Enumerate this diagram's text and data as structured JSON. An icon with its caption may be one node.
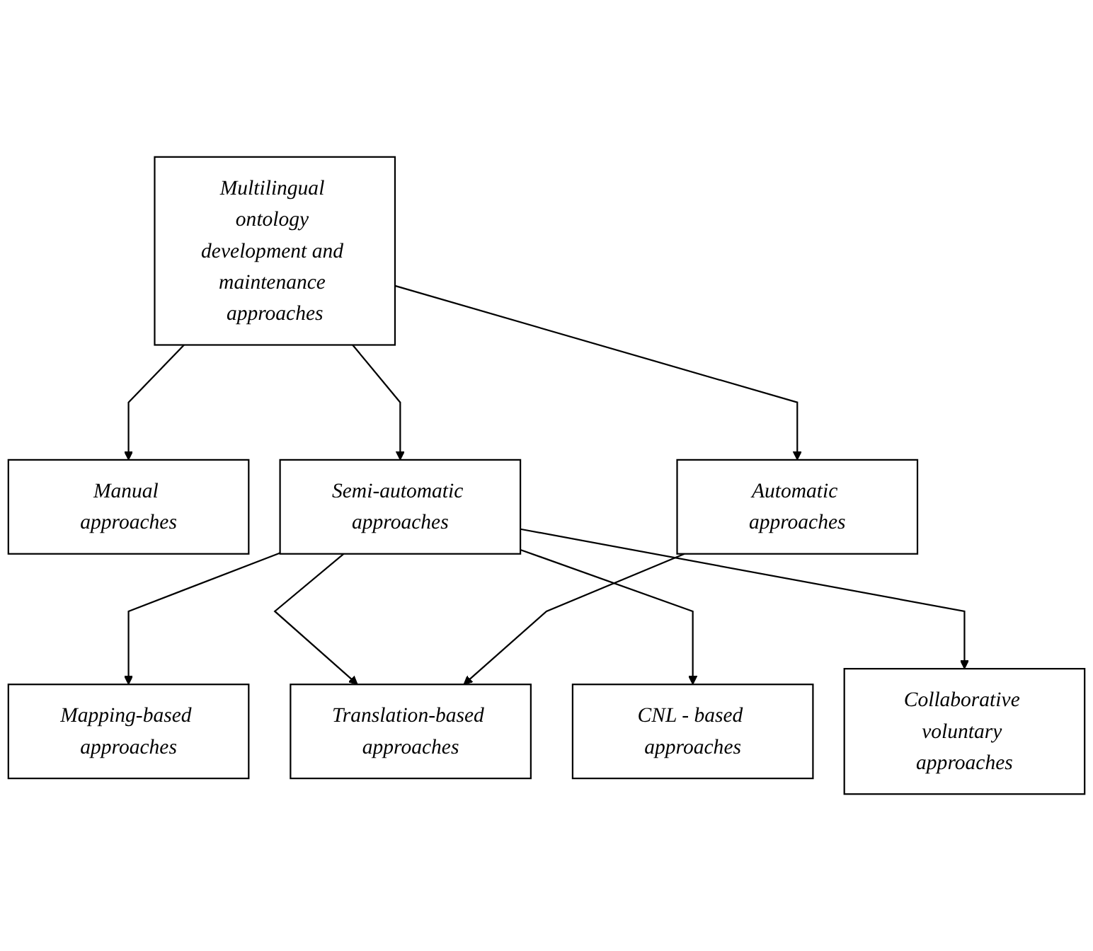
{
  "diagram": {
    "nodes": [
      {
        "text": [
          "Multilingual ontology development and maintenance approaches"
        ]
      },
      {
        "text": [
          "Manual approaches"
        ]
      },
      {
        "text": [
          "Semi-automatic approaches"
        ]
      },
      {
        "text": [
          "Automatic approaches"
        ]
      },
      {
        "text": [
          "Mapping-based approaches"
        ]
      },
      {
        "text": [
          "Translation-based approaches"
        ]
      },
      {
        "text": [
          "CNL - based approaches"
        ]
      },
      {
        "text": [
          "Collaborative voluntary approaches"
        ]
      }
    ],
    "edges": [
      {
        "from": 0,
        "to": 1,
        "arrow": "to"
      },
      {
        "from": 0,
        "to": 2,
        "arrow": "to"
      },
      {
        "from": 0,
        "to": 3,
        "arrow": "to"
      },
      {
        "from": 2,
        "to": 4,
        "arrow": "to"
      },
      {
        "from": 2,
        "to": 5,
        "arrow": "to"
      },
      {
        "from": 3,
        "to": 5,
        "arrow": "to"
      },
      {
        "from": 2,
        "to": 6,
        "arrow": "to"
      },
      {
        "from": 2,
        "to": 7,
        "arrow": "to"
      }
    ]
  }
}
